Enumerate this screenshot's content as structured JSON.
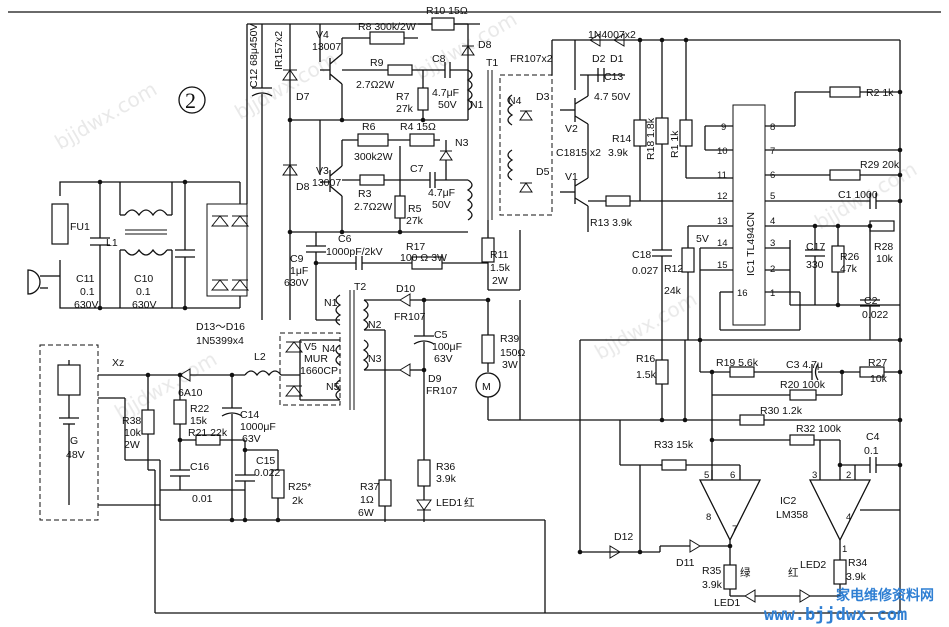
{
  "labels": {
    "circle_num": "2",
    "c12": "C12 68μ450V",
    "ir157": "IR157x2",
    "d7": "D7",
    "d8_left": "D8",
    "v4": "V4",
    "v4_type": "13007",
    "r8": "R8  300k/2W",
    "r10": "R10  15Ω",
    "d8": "D8",
    "r9": "R9",
    "r9_val": "2.7Ω2W",
    "c8": "C8",
    "c8_val1": "4.7μF",
    "c8_val2": "50V",
    "r7": "R7",
    "r7_val": "27k",
    "n1": "N1",
    "t1": "T1",
    "r6": "R6",
    "r4": "R4  15Ω",
    "r6_val": "300k2W",
    "v3": "V3",
    "v3_type": "13007",
    "r3": "R3",
    "r3_val": "2.7Ω2W",
    "c7": "C7",
    "c7_val1": "4.7μF",
    "c7_val2": "50V",
    "r5": "R5",
    "r5_val": "27k",
    "n3": "N3",
    "fr107x2": "FR107x2",
    "n4_t1": "N4",
    "d3": "D3",
    "d5": "D5",
    "d2": "D2",
    "d1": "D1",
    "c13": "C13",
    "n4007": "1N4007x2",
    "c13_val": "4.7  50V",
    "v2": "V2",
    "v1": "V1",
    "c1815": "C1815 x2",
    "r14": "R14",
    "r14_val": "3.9k",
    "r18": "R18 1.8k",
    "r11_top": "R1 1k",
    "r13": "R13  3.9k",
    "pin9": "9",
    "pin10": "10",
    "pin11": "11",
    "pin12": "12",
    "pin13": "13",
    "pin14": "14",
    "pin15": "15",
    "pin16": "16",
    "pin8": "8",
    "pin7": "7",
    "pin6": "6",
    "pin5": "5",
    "pin4": "4",
    "pin3": "3",
    "pin2": "2",
    "pin1": "1",
    "ic1": "IC1  TL494CN",
    "r2": "R2  1k",
    "r29": "R29  20k",
    "c1": "C1  1000",
    "r28": "R28",
    "r28_val": "10k",
    "r26": "R26",
    "r26_val": "47k",
    "c17": "C17",
    "c17_val": "330",
    "c2": "C2",
    "c2_val": "0.022",
    "5v": "5V",
    "c18": "C18",
    "c18_val": "0.027",
    "r12": "R12",
    "r12_val": "24k",
    "fu1": "FU1",
    "l1": "L1",
    "c11": "C11",
    "c11_val1": "0.1",
    "c11_val2": "630V",
    "c10": "C10",
    "c10_val1": "0.1",
    "c10_val2": "630V",
    "c9": "C9",
    "c9_val1": "1μF",
    "c9_val2": "630V",
    "c6": "C6",
    "c6_val": "1000pF/2kV",
    "r17": "R17",
    "r17_val": "100 Ω  3W",
    "r11": "R11",
    "r11_val1": "1.5k",
    "r11_val2": "2W",
    "d13": "D13～D16",
    "d13_val": "1N5399x4",
    "t2": "T2",
    "d10": "D10",
    "fr107_1": "FR107",
    "n1_t2": "N1",
    "n2": "N2",
    "n3_t2": "N3",
    "c5": "C5",
    "c5_val1": "100μF",
    "c5_val2": "63V",
    "d9": "D9",
    "fr107_2": "FR107",
    "r39": "R39",
    "r39_val1": "150Ω",
    "r39_val2": "3W",
    "motor": "M",
    "xz": "Xz",
    "v5": "V5",
    "v5_type1": "MUR",
    "v5_type2": "1660CP",
    "n4_t2": "N4",
    "n5": "N5",
    "l2": "L2",
    "g": "G",
    "g_val": "48V",
    "fuse2": "6A10",
    "r22": "R22",
    "r22_val": "15k",
    "c14": "C14",
    "c14_val1": "1000μF",
    "c14_val2": "63V",
    "r21": "R21  22k",
    "r38": "R38",
    "r38_val1": "10k",
    "r38_val2": "2W",
    "c16": "C16",
    "c16_val": "0.01",
    "c15": "C15",
    "c15_val": "0.022",
    "r25": "R25*",
    "r25_val": "2k",
    "r37": "R37",
    "r37_val1": "1Ω",
    "r37_val2": "6W",
    "r36": "R36",
    "r36_val": "3.9k",
    "led1_top": "LED1",
    "red": "红",
    "r16": "R16",
    "r16_val": "1.5k",
    "r19": "R19  5.6k",
    "c3": "C3  4.7μ",
    "r20": "R20  100k",
    "r27": "R27",
    "r27_val": "10k",
    "r30": "R30  1.2k",
    "r32": "R32  100k",
    "c4": "C4",
    "c4_val": "0.1",
    "r33": "R33  15k",
    "op_pin5": "5",
    "op_pin6": "6",
    "op_pin8": "8",
    "op_pin7": "7",
    "op_pin3": "3",
    "op_pin2": "2",
    "op_pin4": "4",
    "op_pin1": "1",
    "ic2": "IC2",
    "lm358": "LM358",
    "d12": "D12",
    "d11": "D11",
    "r35": "R35",
    "r35_val": "3.9k",
    "green": "绿",
    "red2": "红",
    "led2": "LED2",
    "led1_bot": "LED1",
    "r34": "R34",
    "r34_val": "3.9k"
  },
  "watermark": {
    "url": "www.bjjdwx.com",
    "cn": "家电维修资料网"
  }
}
